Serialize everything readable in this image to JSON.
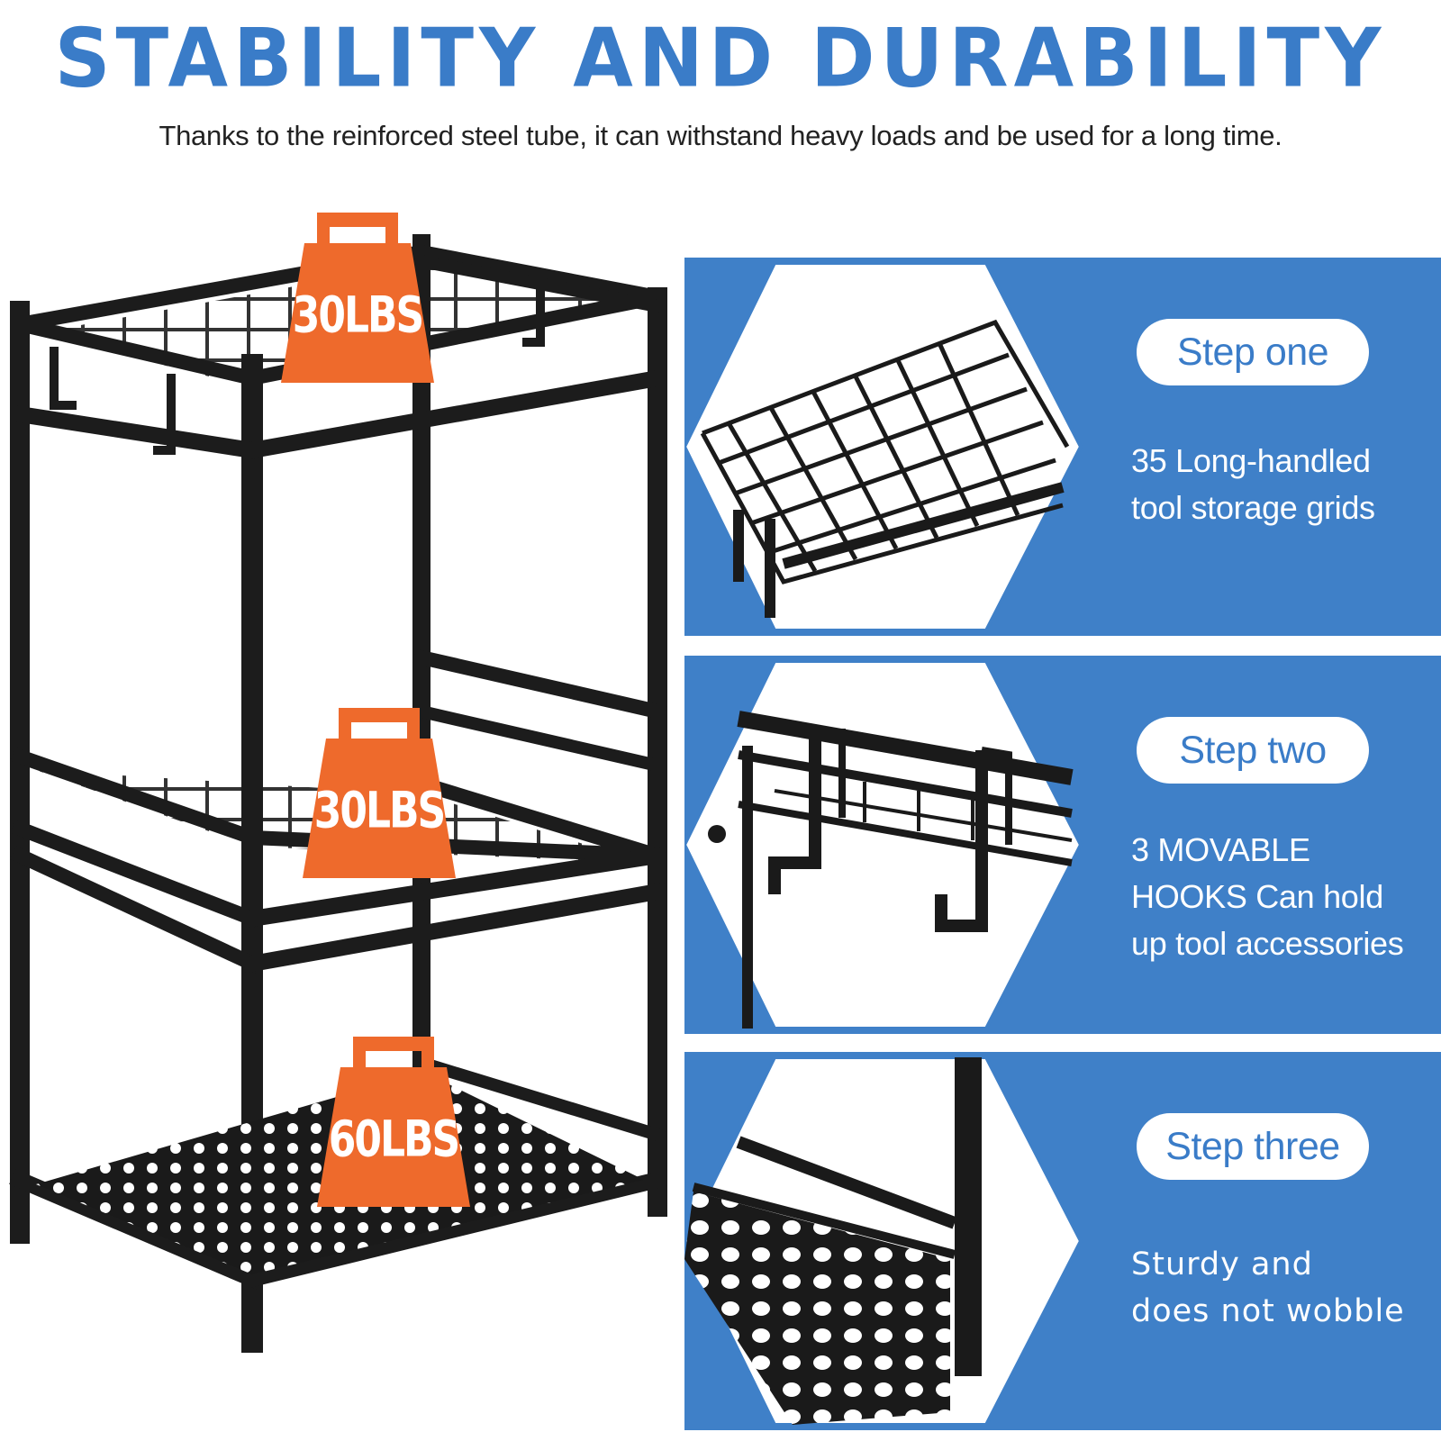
{
  "header": {
    "title": "STABILITY AND DURABILITY",
    "subtitle": "Thanks to the reinforced steel tube, it can withstand heavy loads and be used for a long time."
  },
  "weights": [
    {
      "label": "30LBS"
    },
    {
      "label": "30LBS"
    },
    {
      "label": "60LBS"
    }
  ],
  "steps": [
    {
      "title": "Step one",
      "lines": [
        "35 Long-handled",
        "tool storage grids"
      ]
    },
    {
      "title": "Step two",
      "lines": [
        "3 MOVABLE",
        "HOOKS Can hold",
        "up tool accessories"
      ]
    },
    {
      "title": "Step three",
      "lines": [
        "Sturdy and",
        "does not wobble"
      ]
    }
  ],
  "colors": {
    "accent": "#3a7cc8",
    "panel_blue": "#3f80c8",
    "weight_orange": "#ee6a2c",
    "steel": "#1c1c1c"
  },
  "icons": [
    "kettlebell-weight-icon"
  ]
}
